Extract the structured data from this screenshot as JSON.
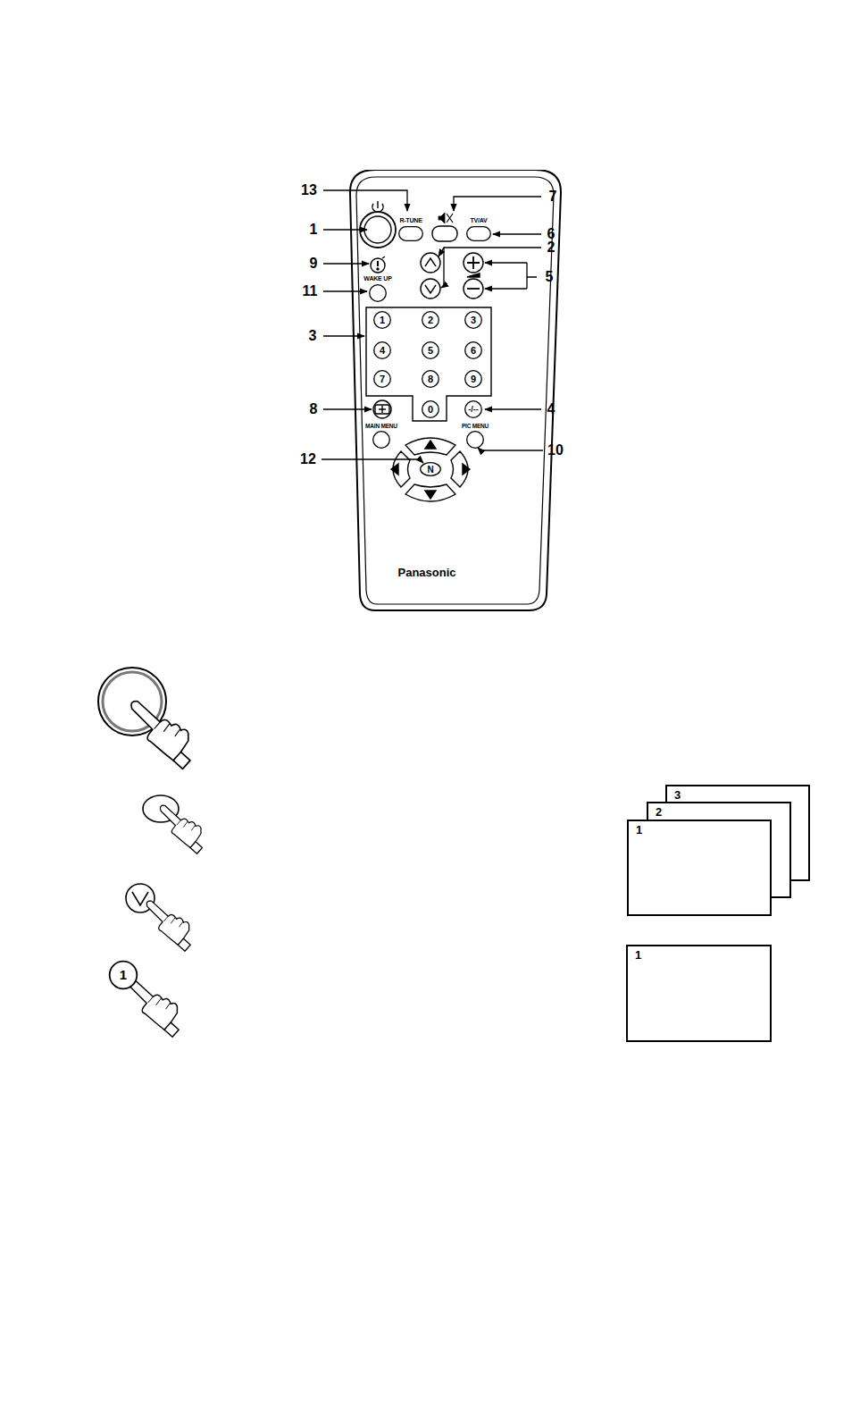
{
  "diagram": {
    "nodes": [
      {
        "text": [
          "Panasonic"
        ]
      },
      {
        "text": [
          "R-TUNE"
        ],
        "in": 0
      },
      {
        "text": [
          "TV/AV"
        ],
        "in": 0
      },
      {
        "text": [
          "WAKE UP"
        ],
        "in": 0
      },
      {
        "text": [
          "1"
        ],
        "in": 0
      },
      {
        "text": [
          "2"
        ],
        "in": 0
      },
      {
        "text": [
          "3"
        ],
        "in": 0
      },
      {
        "text": [
          "4"
        ],
        "in": 0
      },
      {
        "text": [
          "5"
        ],
        "in": 0
      },
      {
        "text": [
          "6"
        ],
        "in": 0
      },
      {
        "text": [
          "7"
        ],
        "in": 0
      },
      {
        "text": [
          "8"
        ],
        "in": 0
      },
      {
        "text": [
          "9"
        ],
        "in": 0
      },
      {
        "text": [
          "0"
        ],
        "in": 0
      },
      {
        "text": [
          "-/--"
        ],
        "in": 0
      },
      {
        "text": [
          "MAIN MENU"
        ],
        "in": 0
      },
      {
        "text": [
          "PIC MENU"
        ],
        "in": 0
      },
      {
        "text": [
          "N"
        ],
        "in": 0
      },
      {
        "text": [
          "3"
        ]
      },
      {
        "text": [
          "2"
        ]
      },
      {
        "text": [
          "1"
        ]
      },
      {
        "text": [
          "1"
        ]
      },
      {
        "text": [
          "1"
        ]
      }
    ],
    "labels": [
      "13",
      "7",
      "1",
      "6",
      "2",
      "9",
      "5",
      "11",
      "3",
      "8",
      "4",
      "12",
      "10"
    ]
  }
}
